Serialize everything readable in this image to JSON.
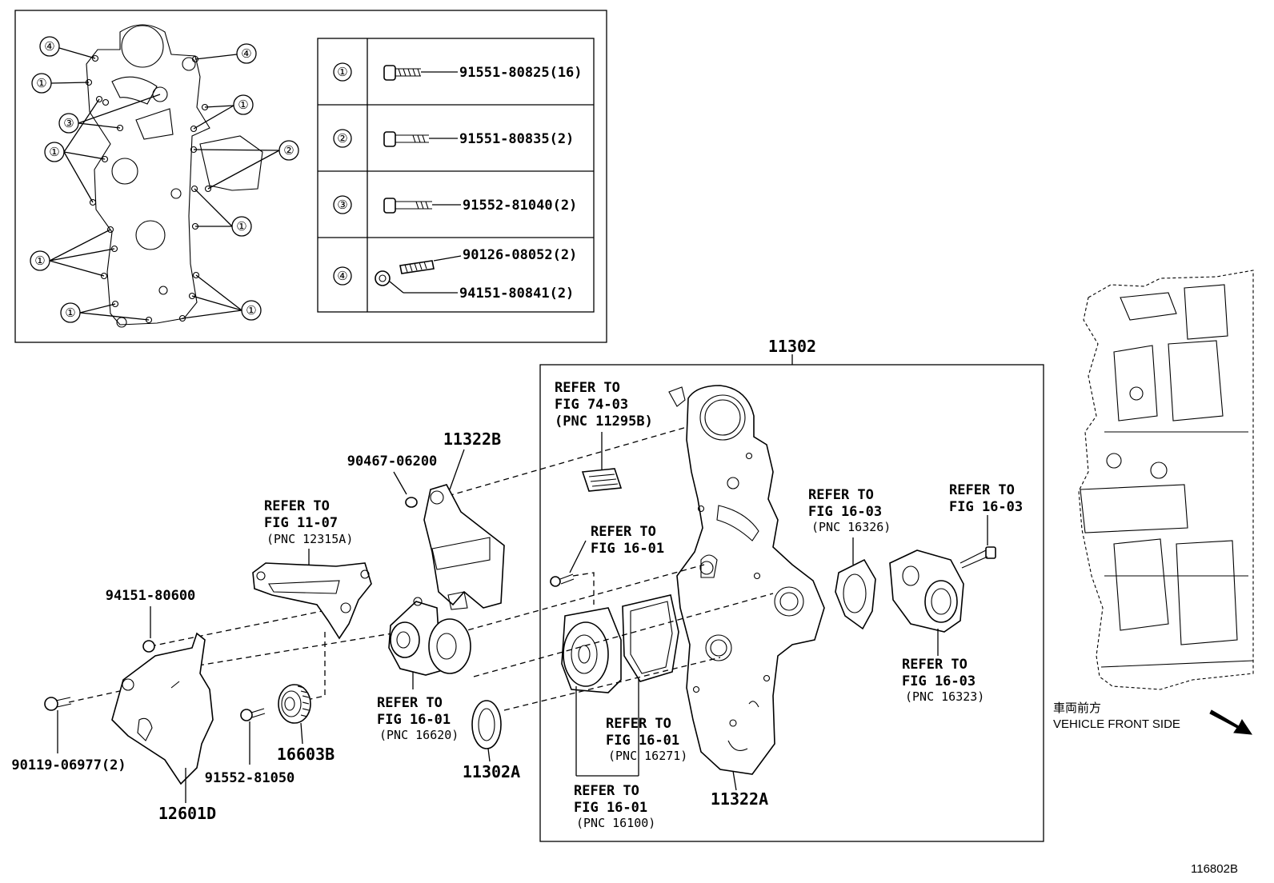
{
  "inset": {
    "table": [
      {
        "key": "①",
        "parts": [
          "91551-80825(16)"
        ]
      },
      {
        "key": "②",
        "parts": [
          "91551-80835(2)"
        ]
      },
      {
        "key": "③",
        "parts": [
          "91552-81040(2)"
        ]
      },
      {
        "key": "④",
        "parts": [
          "90126-08052(2)",
          "94151-80841(2)"
        ]
      }
    ],
    "callouts": {
      "c1": "①",
      "c2": "②",
      "c3": "③",
      "c4": "④"
    }
  },
  "parts": {
    "p11302": "11302",
    "p11322b": "11322B",
    "p90467": "90467-06200",
    "p94151": "94151-80600",
    "p90119": "90119-06977(2)",
    "p91552": "91552-81050",
    "p16603b": "16603B",
    "p12601d": "12601D",
    "p11302a": "11302A",
    "p11322a": "11322A"
  },
  "refs": {
    "r7403": {
      "l1": "REFER TO",
      "l2": "FIG 74-03",
      "l3": "(PNC 11295B)"
    },
    "r1107": {
      "l1": "REFER TO",
      "l2": "FIG 11-07",
      "l3": "(PNC 12315A)"
    },
    "r1601a": {
      "l1": "REFER TO",
      "l2": "FIG 16-01"
    },
    "r16326": {
      "l1": "REFER TO",
      "l2": "FIG 16-03",
      "l3": "(PNC 16326)"
    },
    "r1603b": {
      "l1": "REFER TO",
      "l2": "FIG 16-03"
    },
    "r16620": {
      "l1": "REFER TO",
      "l2": "FIG 16-01",
      "l3": "(PNC 16620)"
    },
    "r16271": {
      "l1": "REFER TO",
      "l2": "FIG 16-01",
      "l3": "(PNC 16271)"
    },
    "r16100": {
      "l1": "REFER TO",
      "l2": "FIG 16-01",
      "l3": "(PNC 16100)"
    },
    "r16323": {
      "l1": "REFER TO",
      "l2": "FIG 16-03",
      "l3": "(PNC 16323)"
    }
  },
  "front": {
    "jp": "車両前方",
    "en": "VEHICLE FRONT SIDE"
  },
  "figure_id": "116802B"
}
